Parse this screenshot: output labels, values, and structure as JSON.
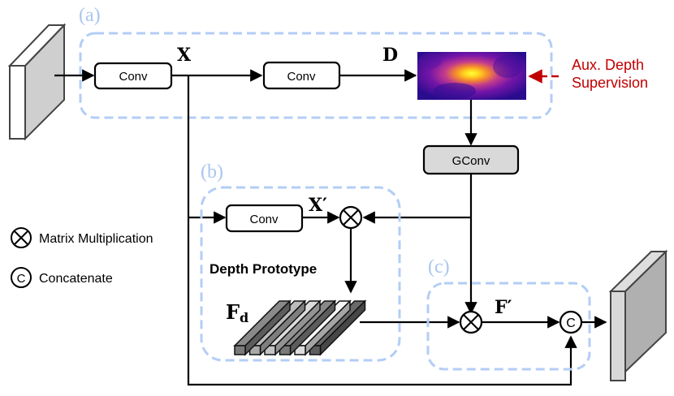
{
  "regions": {
    "a": {
      "label": "(a)"
    },
    "b": {
      "label": "(b)"
    },
    "c": {
      "label": "(c)"
    }
  },
  "blocks": {
    "conv1": {
      "label": "Conv"
    },
    "conv2": {
      "label": "Conv"
    },
    "conv3": {
      "label": "Conv"
    },
    "gconv": {
      "label": "GConv"
    }
  },
  "variables": {
    "x": "X",
    "d": "D",
    "x_prime": "X′",
    "f_prime": "F′",
    "fd_main": "F",
    "fd_sub": "d"
  },
  "annotations": {
    "aux_line1": "Aux. Depth",
    "aux_line2": "Supervision",
    "depth_prototype": "Depth Prototype"
  },
  "operators": {
    "matmul_symbol": "⊗",
    "concat_symbol": "C"
  },
  "legend": {
    "items": [
      {
        "icon": "matrix-multiplication-icon",
        "label": "Matrix Multiplication"
      },
      {
        "icon": "concatenate-icon",
        "label": "Concatenate"
      }
    ]
  },
  "colors": {
    "region_border": "#b3cdf6",
    "region_label": "#a9c6f0",
    "aux_supervision": "#c00000",
    "gconv_fill": "#d9d9d9"
  },
  "prototype_bars": {
    "shades": [
      "#7a7a7a",
      "#a8a8a8",
      "#c4c4c4",
      "#7a7a7a",
      "#dcdcdc",
      "#5e5e5e"
    ]
  }
}
